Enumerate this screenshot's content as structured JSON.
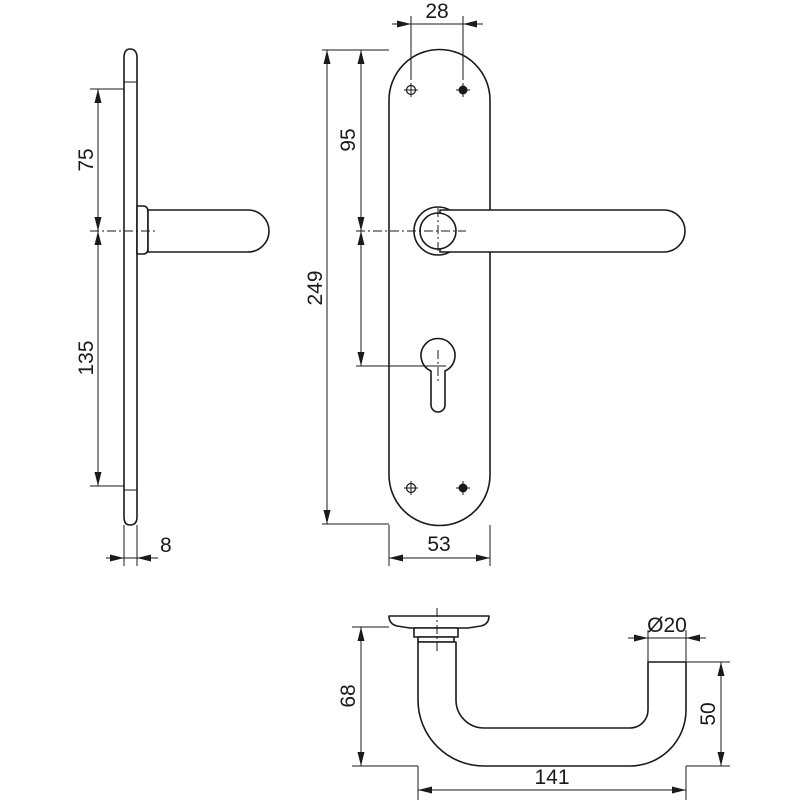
{
  "dimensions": {
    "handle_height_from_top": "75",
    "key_below_handle": "135",
    "plate_thickness": "8",
    "hole_spacing": "28",
    "handle_to_key": "95",
    "plate_height": "249",
    "plate_width": "53",
    "lever_diameter": "Ø20",
    "lever_projection": "68",
    "lever_offset": "50",
    "lever_length": "141"
  },
  "colors": {
    "line": "#1a1a1a",
    "background": "#ffffff"
  }
}
